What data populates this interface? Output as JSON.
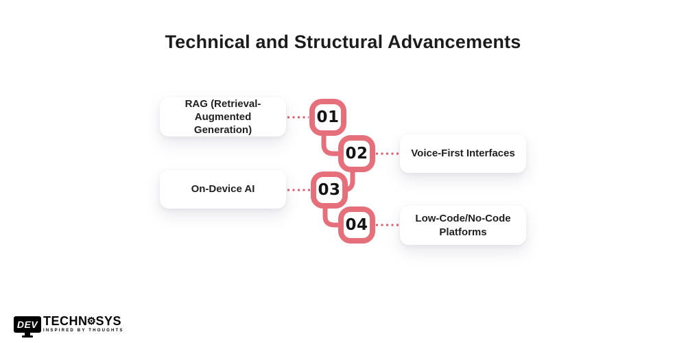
{
  "title": "Technical and Structural Advancements",
  "items": [
    {
      "number": "01",
      "label": "RAG (Retrieval-Augmented Generation)",
      "side": "left"
    },
    {
      "number": "02",
      "label": "Voice-First Interfaces",
      "side": "right"
    },
    {
      "number": "03",
      "label": "On-Device AI",
      "side": "left"
    },
    {
      "number": "04",
      "label": "Low-Code/No-Code Platforms",
      "side": "right"
    }
  ],
  "logo": {
    "monitor_text": "DEV",
    "name_left": "TECHN",
    "gear_char": "⚙",
    "name_right": "SYS",
    "tagline": "INSPIRED BY THOUGHTS"
  },
  "colors": {
    "accent_pink": "#e5707c",
    "dotted_red": "#da5f6b",
    "text_dark": "#1c1c1c",
    "card_background": "#ffffff"
  }
}
